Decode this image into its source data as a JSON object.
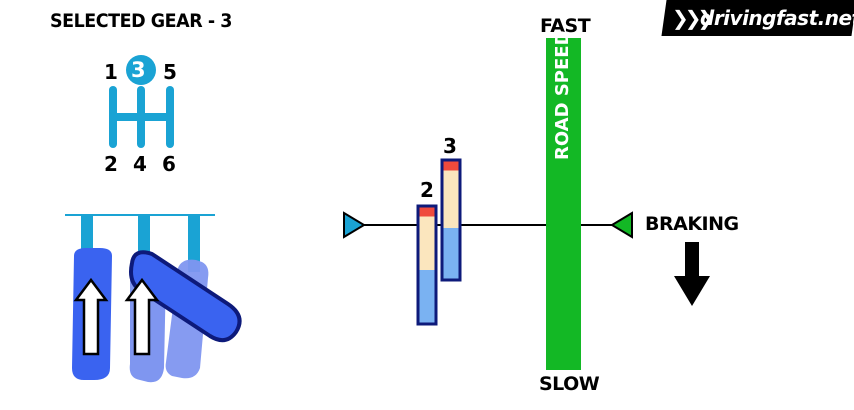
{
  "header": {
    "title": "SELECTED GEAR - 3"
  },
  "logo": {
    "arrows": "❯❯❯",
    "text": "drivingfast.net"
  },
  "shifter": {
    "selected": "3",
    "top_gears": [
      "1",
      "5"
    ],
    "bottom_gears": [
      "2",
      "4",
      "6"
    ]
  },
  "rev_bars": [
    {
      "label": "2"
    },
    {
      "label": "3"
    }
  ],
  "road_speed": {
    "fast_label": "FAST",
    "slow_label": "SLOW",
    "bar_label": "ROAD SPEED"
  },
  "braking": {
    "label": "BRAKING"
  },
  "colors": {
    "shifter_blue": "#1aa3d4",
    "pedal_blue": "#3a63f0",
    "pedal_light": "#7f96f0",
    "road_green": "#13b825",
    "bar_border": "#0d1a7a",
    "bar_blue": "#7ab2f2",
    "bar_cream": "#fbe6be",
    "bar_red": "#ef4a3c"
  }
}
